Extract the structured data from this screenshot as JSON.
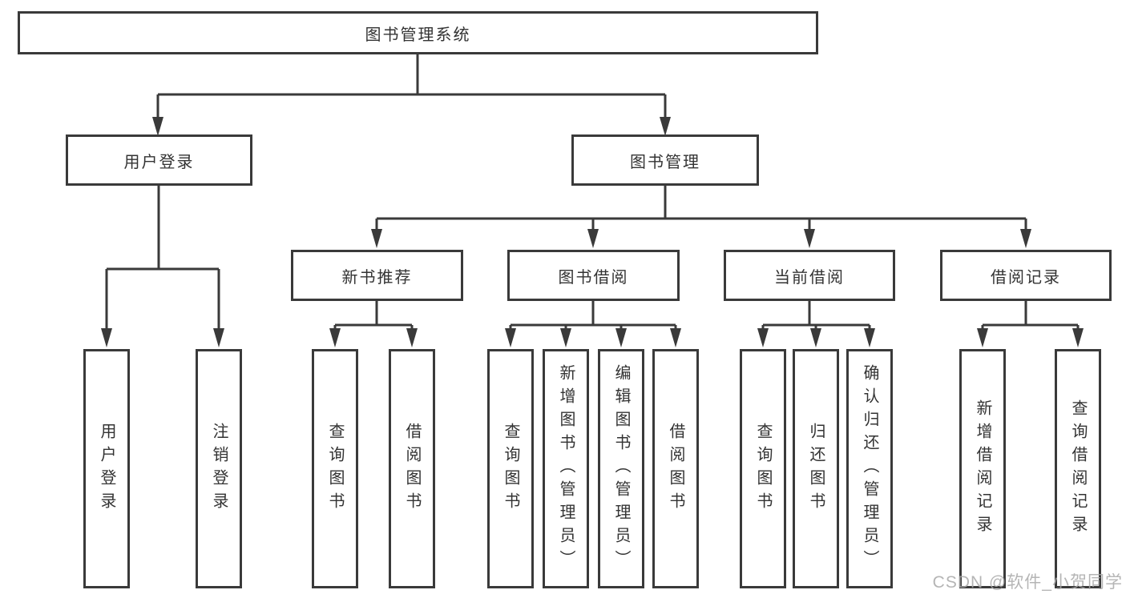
{
  "nodes": {
    "root": "图书管理系统",
    "level2": [
      "用户登录",
      "图书管理"
    ],
    "level3": [
      "新书推荐",
      "图书借阅",
      "当前借阅",
      "借阅记录"
    ],
    "leaves": [
      "用户登录",
      "注销登录",
      "查询图书",
      "借阅图书",
      "查询图书",
      "新增图书（管理员）",
      "编辑图书（管理员）",
      "借阅图书",
      "查询图书",
      "归还图书",
      "确认归还（管理员）",
      "新增借阅记录",
      "查询借阅记录"
    ]
  },
  "hierarchy": {
    "图书管理系统": {
      "用户登录": [
        "用户登录",
        "注销登录"
      ],
      "图书管理": {
        "新书推荐": [
          "查询图书",
          "借阅图书"
        ],
        "图书借阅": [
          "查询图书",
          "新增图书（管理员）",
          "编辑图书（管理员）",
          "借阅图书"
        ],
        "当前借阅": [
          "查询图书",
          "归还图书",
          "确认归还（管理员）"
        ],
        "借阅记录": [
          "新增借阅记录",
          "查询借阅记录"
        ]
      }
    }
  },
  "watermark": {
    "text": "CSDN @软件_小贺同学"
  },
  "colors": {
    "line": "#3a3a3a",
    "text": "#333333",
    "background": "#ffffff",
    "watermark": "#a9a9a9"
  }
}
